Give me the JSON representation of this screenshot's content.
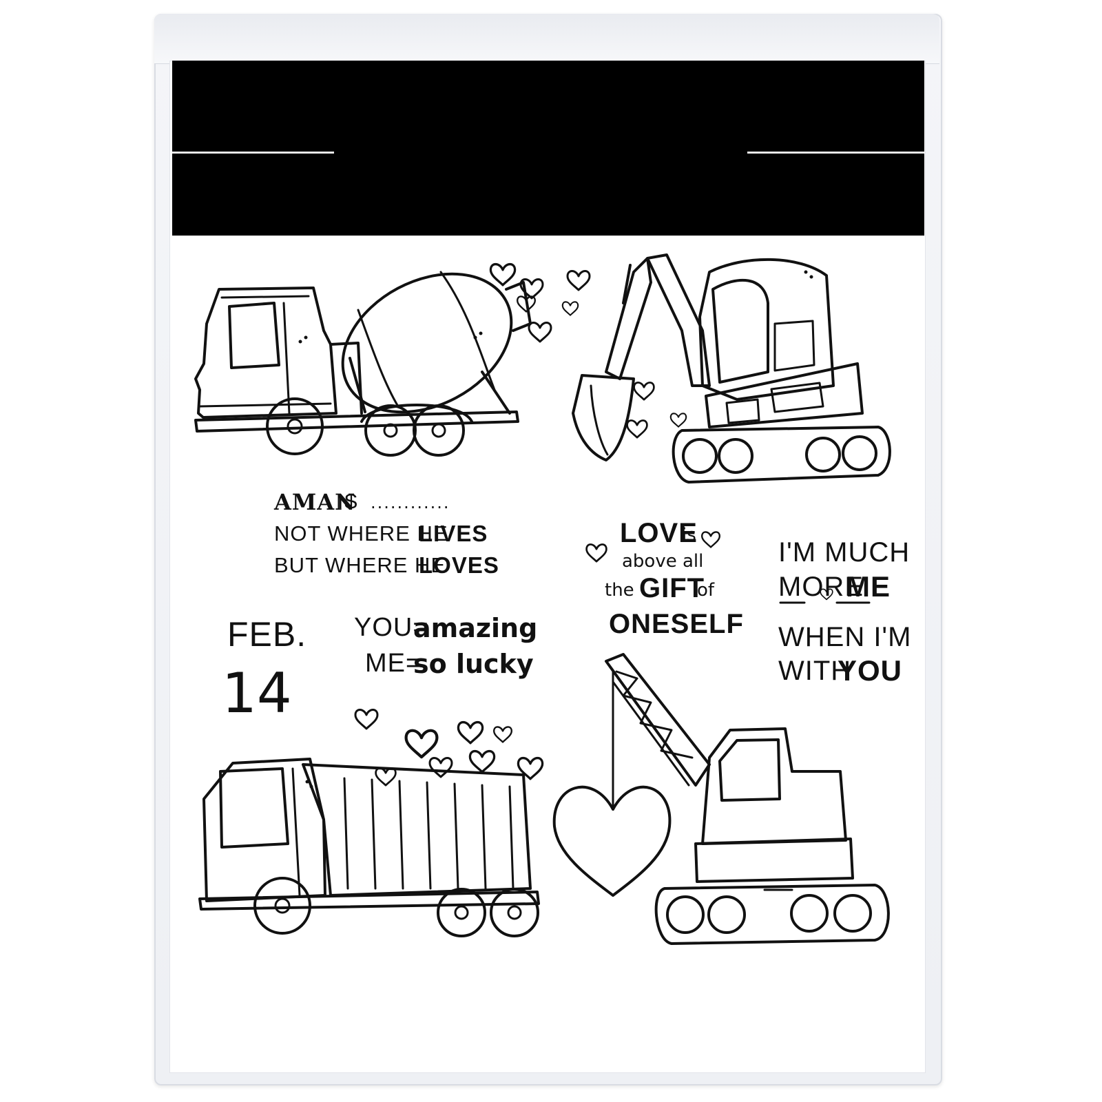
{
  "stamps": {
    "quote1": {
      "line1_a": "AMAN",
      "line1_b": "IS",
      "line1_dots": "............",
      "line2_a": "NOT WHERE HE",
      "line2_b": "LIVES",
      "line3_a": "BUT WHERE HE",
      "line3_b": "LOVES"
    },
    "quote2": {
      "line1_a": "LOVE",
      "line1_b": "is",
      "line2": "above all",
      "line3_a": "the",
      "line3_b": "GIFT",
      "line3_c": "of",
      "line4": "ONESELF"
    },
    "quote3": {
      "line1": "I'M MUCH",
      "line2_a": "MORE",
      "line2_b": "ME",
      "line3": "WHEN I'M",
      "line4_a": "WITH",
      "line4_b": "YOU"
    },
    "date": {
      "month": "FEB.",
      "day": "14"
    },
    "quote4": {
      "line1_a": "YOU=",
      "line1_b": "amazing",
      "line2_a": "ME=",
      "line2_b": "so lucky"
    },
    "images": [
      "cement-mixer-truck",
      "excavator",
      "dump-truck",
      "crane-with-heart"
    ]
  }
}
